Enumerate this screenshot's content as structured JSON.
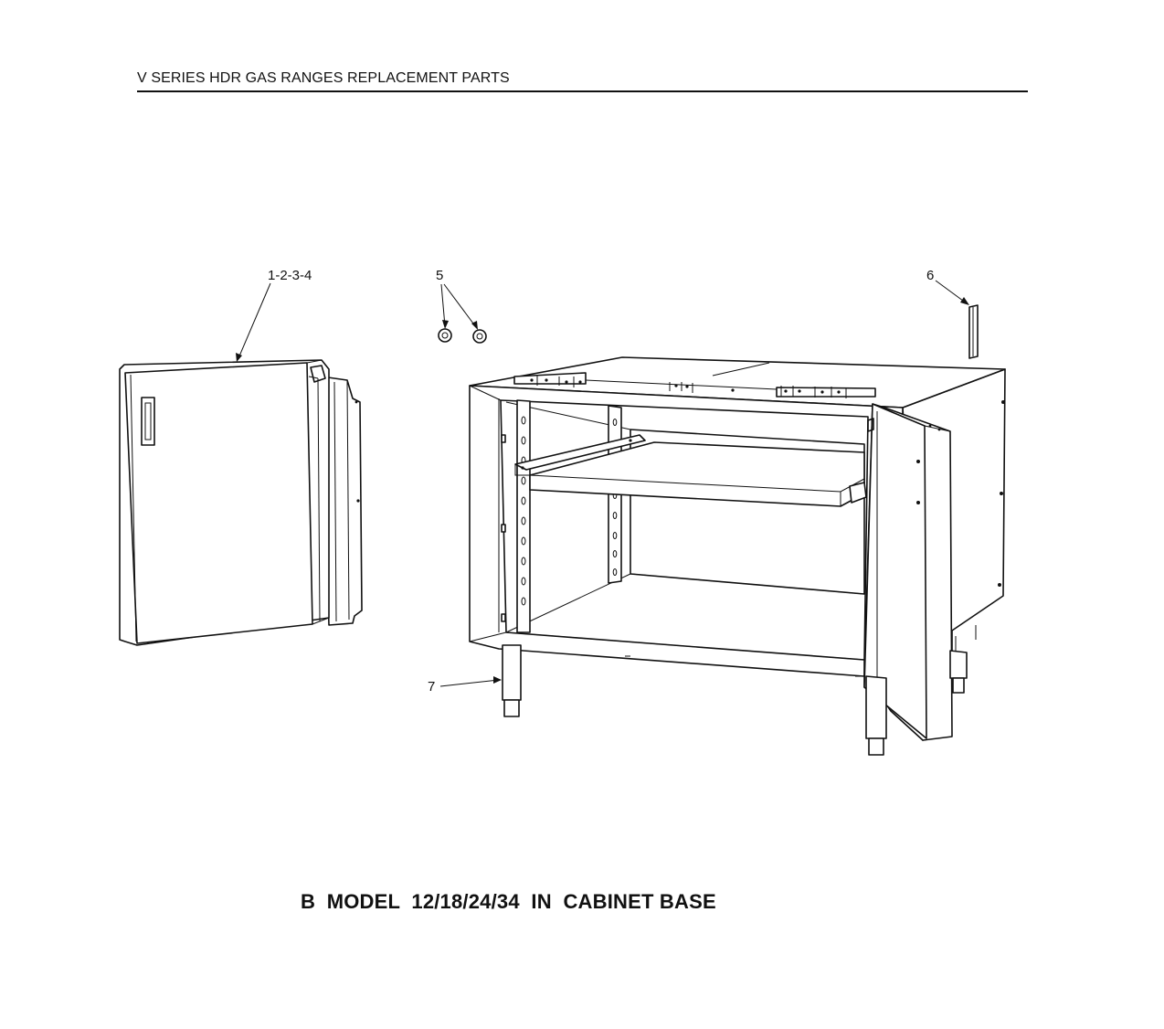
{
  "header": {
    "title": "V SERIES HDR GAS RANGES REPLACEMENT PARTS"
  },
  "callouts": {
    "door_assembly": "1-2-3-4",
    "bumpers": "5",
    "hinge_part": "6",
    "legs": "7"
  },
  "caption": {
    "text": "B  MODEL  12/18/24/34  IN  CABINET BASE"
  }
}
